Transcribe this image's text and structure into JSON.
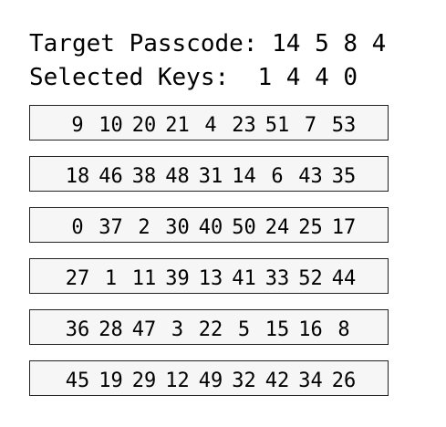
{
  "header": {
    "target_label": "Target Passcode:",
    "target_code": "14 5 8 4",
    "selected_label": "Selected Keys:",
    "selected_code": "1 4 4 0"
  },
  "keypad": {
    "rows": [
      [
        "9",
        "10",
        "20",
        "21",
        "4",
        "23",
        "51",
        "7",
        "53"
      ],
      [
        "18",
        "46",
        "38",
        "48",
        "31",
        "14",
        "6",
        "43",
        "35"
      ],
      [
        "0",
        "37",
        "2",
        "30",
        "40",
        "50",
        "24",
        "25",
        "17"
      ],
      [
        "27",
        "1",
        "11",
        "39",
        "13",
        "41",
        "33",
        "52",
        "44"
      ],
      [
        "36",
        "28",
        "47",
        "3",
        "22",
        "5",
        "15",
        "16",
        "8"
      ],
      [
        "45",
        "19",
        "29",
        "12",
        "49",
        "32",
        "42",
        "34",
        "26"
      ]
    ]
  }
}
